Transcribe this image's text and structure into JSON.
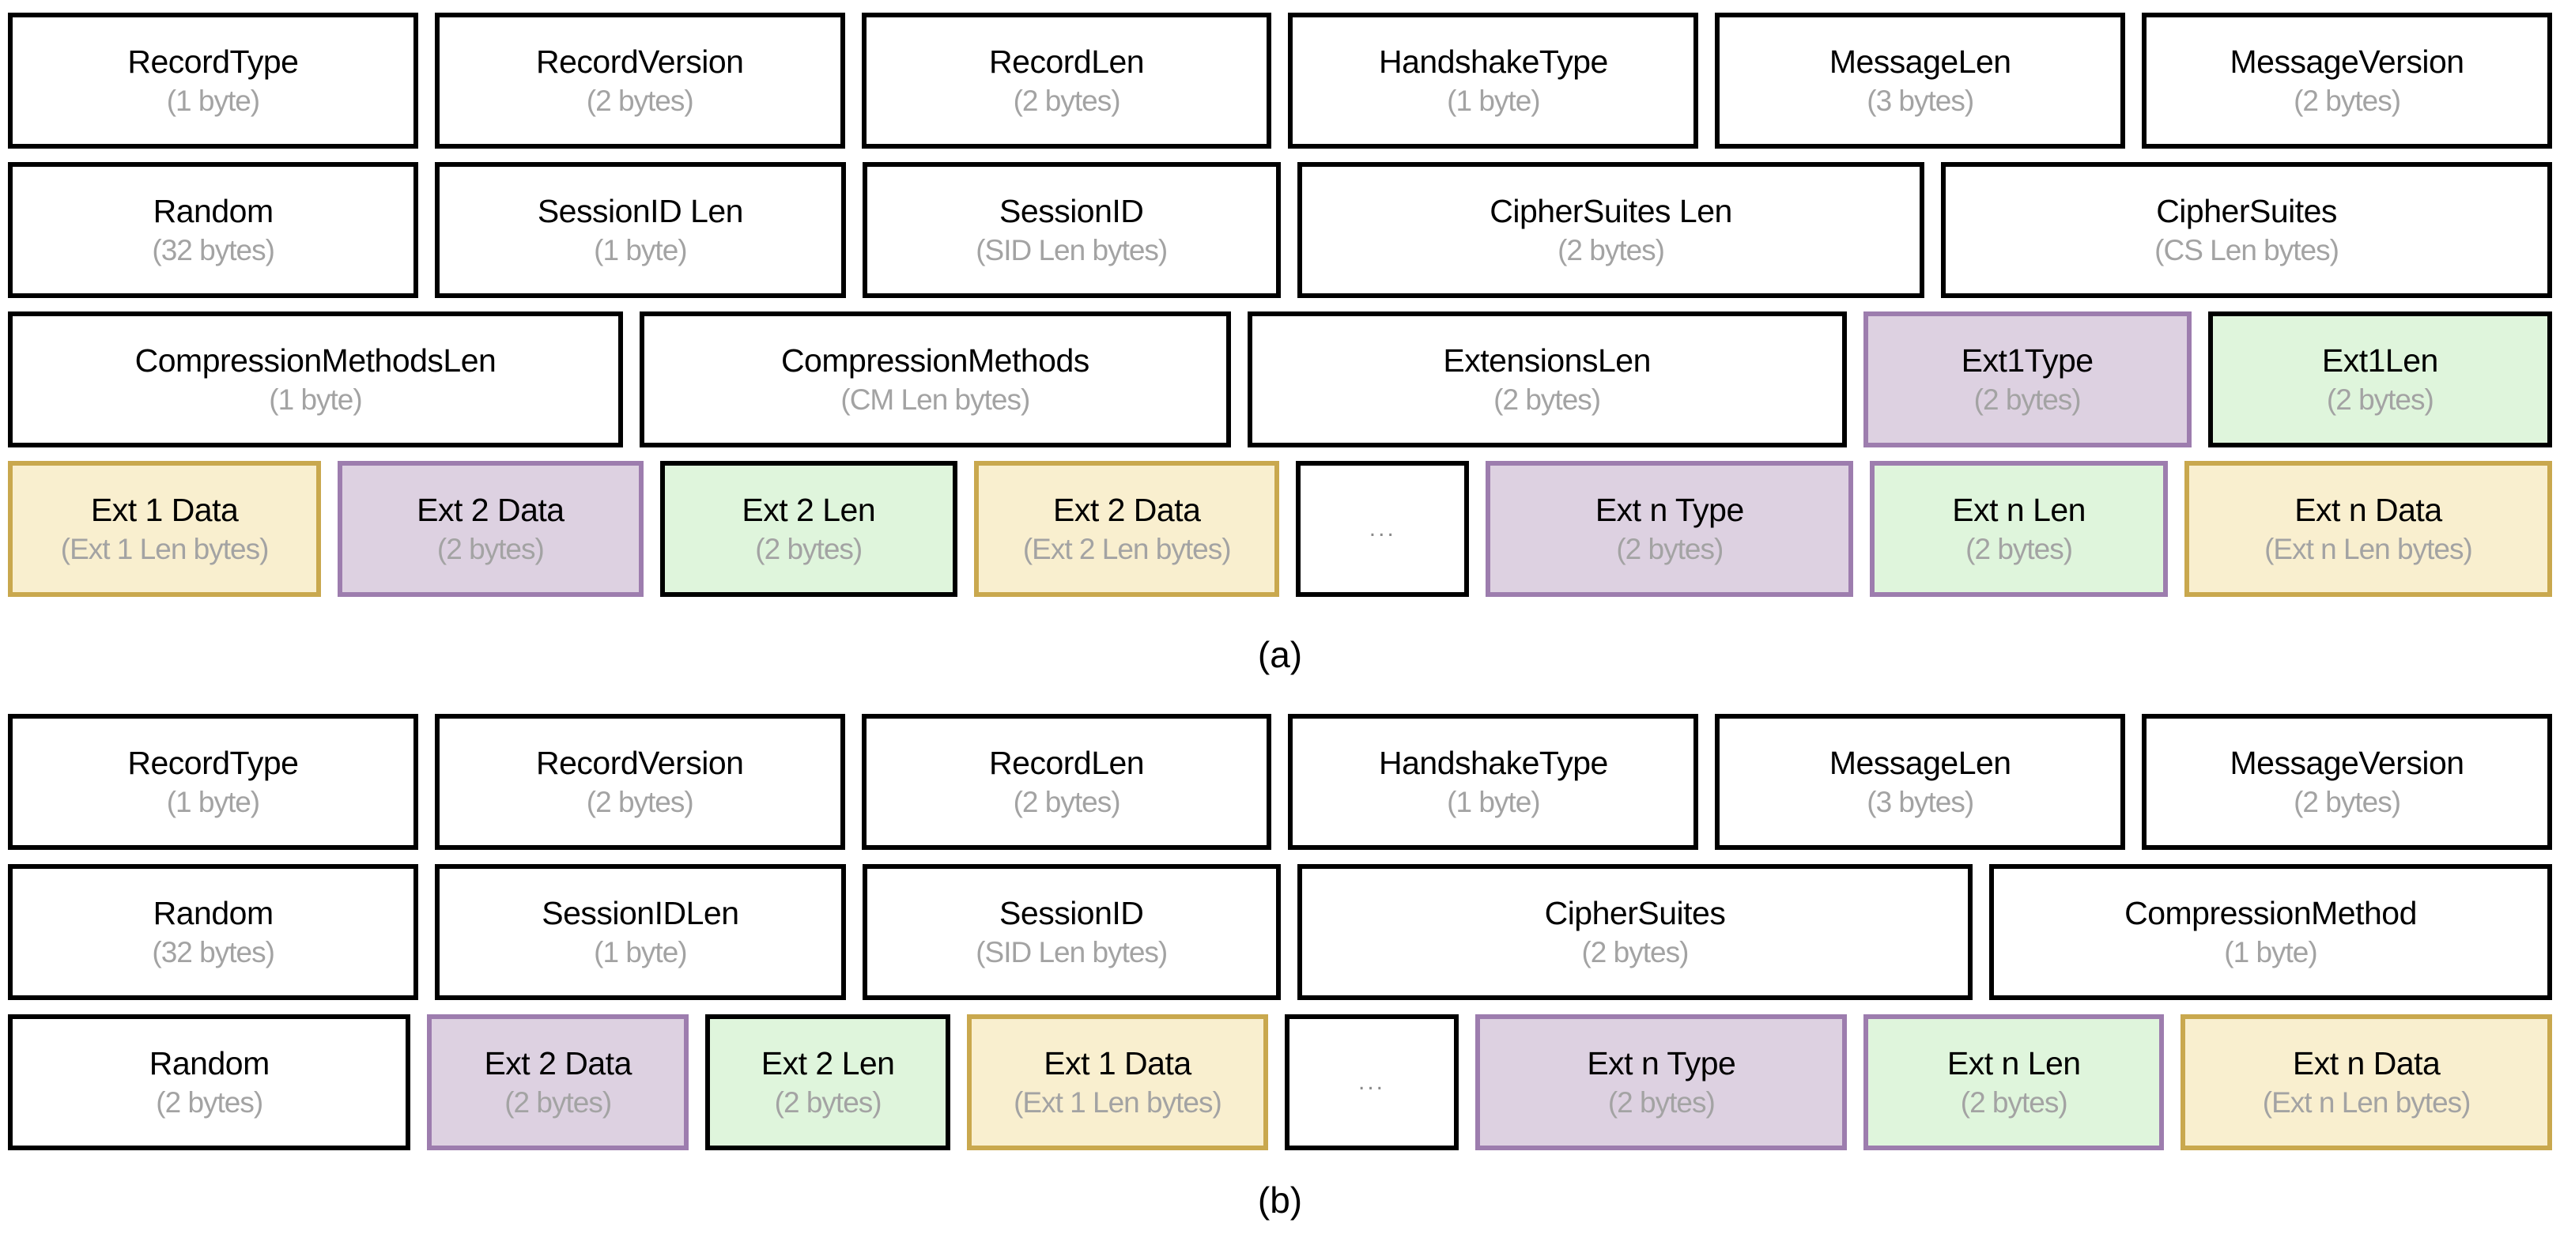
{
  "palette": {
    "white": {
      "bg": "#ffffff",
      "border": "#000000"
    },
    "purple": {
      "bg": "#ddd1e1",
      "border": "#9d7dae"
    },
    "green_black": {
      "bg": "#dff5dc",
      "border": "#000000"
    },
    "green_purple": {
      "bg": "#dff5dc",
      "border": "#9d7dae"
    },
    "yellow": {
      "bg": "#f9efcf",
      "border": "#c9a84e"
    }
  },
  "text_colors": {
    "label": "#000000",
    "sublabel": "#a3a3a3"
  },
  "figures": [
    {
      "caption": "(a)",
      "rows": [
        {
          "cells": [
            {
              "label": "RecordType",
              "sub": "(1 byte)",
              "style": "white",
              "w": 1
            },
            {
              "label": "RecordVersion",
              "sub": "(2 bytes)",
              "style": "white",
              "w": 1
            },
            {
              "label": "RecordLen",
              "sub": "(2 bytes)",
              "style": "white",
              "w": 1
            },
            {
              "label": "HandshakeType",
              "sub": "(1 byte)",
              "style": "white",
              "w": 1
            },
            {
              "label": "MessageLen",
              "sub": "(3 bytes)",
              "style": "white",
              "w": 1
            },
            {
              "label": "MessageVersion",
              "sub": "(2 bytes)",
              "style": "white",
              "w": 1
            }
          ]
        },
        {
          "cells": [
            {
              "label": "Random",
              "sub": "(32 bytes)",
              "style": "white",
              "w": 1
            },
            {
              "label": "SessionID Len",
              "sub": "(1 byte)",
              "style": "white",
              "w": 1
            },
            {
              "label": "SessionID",
              "sub": "(SID Len bytes)",
              "style": "white",
              "w": 1.02
            },
            {
              "label": "CipherSuites Len",
              "sub": "(2 bytes)",
              "style": "white",
              "w": 1.54
            },
            {
              "label": "CipherSuites",
              "sub": "(CS Len bytes)",
              "style": "white",
              "w": 1.5
            }
          ]
        },
        {
          "cells": [
            {
              "label": "CompressionMethodsLen",
              "sub": "(1 byte)",
              "style": "white",
              "w": 1.52
            },
            {
              "label": "CompressionMethods",
              "sub": "(CM Len bytes)",
              "style": "white",
              "w": 1.46
            },
            {
              "label": "ExtensionsLen",
              "sub": "(2 bytes)",
              "style": "white",
              "w": 1.48
            },
            {
              "label": "Ext1Type",
              "sub": "(2 bytes)",
              "style": "purple",
              "w": 0.8
            },
            {
              "label": "Ext1Len",
              "sub": "(2 bytes)",
              "style": "green_black",
              "w": 0.84
            }
          ]
        },
        {
          "cells": [
            {
              "label": "Ext 1 Data",
              "sub": "(Ext 1 Len bytes)",
              "style": "yellow",
              "w": 0.78
            },
            {
              "label": "Ext 2 Data",
              "sub": "(2 bytes)",
              "style": "purple",
              "w": 0.76
            },
            {
              "label": "Ext 2 Len",
              "sub": "(2 bytes)",
              "style": "green_black",
              "w": 0.74
            },
            {
              "label": "Ext 2 Data",
              "sub": "(Ext 2 Len bytes)",
              "style": "yellow",
              "w": 0.76
            },
            {
              "label": "...",
              "sub": "",
              "style": "white",
              "w": 0.42
            },
            {
              "label": "Ext n Type",
              "sub": "(2 bytes)",
              "style": "purple",
              "w": 0.92
            },
            {
              "label": "Ext n Len",
              "sub": "(2 bytes)",
              "style": "green_purple",
              "w": 0.74
            },
            {
              "label": "Ext n Data",
              "sub": "(Ext n Len bytes)",
              "style": "yellow",
              "w": 0.92
            }
          ]
        }
      ]
    },
    {
      "caption": "(b)",
      "rows": [
        {
          "cells": [
            {
              "label": "RecordType",
              "sub": "(1 byte)",
              "style": "white",
              "w": 1
            },
            {
              "label": "RecordVersion",
              "sub": "(2 bytes)",
              "style": "white",
              "w": 1
            },
            {
              "label": "RecordLen",
              "sub": "(2 bytes)",
              "style": "white",
              "w": 1
            },
            {
              "label": "HandshakeType",
              "sub": "(1 byte)",
              "style": "white",
              "w": 1
            },
            {
              "label": "MessageLen",
              "sub": "(3 bytes)",
              "style": "white",
              "w": 1
            },
            {
              "label": "MessageVersion",
              "sub": "(2 bytes)",
              "style": "white",
              "w": 1
            }
          ]
        },
        {
          "cells": [
            {
              "label": "Random",
              "sub": "(32 bytes)",
              "style": "white",
              "w": 1
            },
            {
              "label": "SessionIDLen",
              "sub": "(1 byte)",
              "style": "white",
              "w": 1
            },
            {
              "label": "SessionID",
              "sub": "(SID Len bytes)",
              "style": "white",
              "w": 1.02
            },
            {
              "label": "CipherSuites",
              "sub": "(2 bytes)",
              "style": "white",
              "w": 1.66
            },
            {
              "label": "CompressionMethod",
              "sub": "(1 byte)",
              "style": "white",
              "w": 1.38
            }
          ]
        },
        {
          "cells": [
            {
              "label": "Random",
              "sub": "(2 bytes)",
              "style": "white",
              "w": 1.0
            },
            {
              "label": "Ext 2 Data",
              "sub": "(2 bytes)",
              "style": "purple",
              "w": 0.64
            },
            {
              "label": "Ext 2 Len",
              "sub": "(2 bytes)",
              "style": "green_black",
              "w": 0.6
            },
            {
              "label": "Ext 1 Data",
              "sub": "(Ext 1 Len bytes)",
              "style": "yellow",
              "w": 0.74
            },
            {
              "label": "...",
              "sub": "",
              "style": "white",
              "w": 0.42
            },
            {
              "label": "Ext n Type",
              "sub": "(2 bytes)",
              "style": "purple",
              "w": 0.92
            },
            {
              "label": "Ext n Len",
              "sub": "(2 bytes)",
              "style": "green_purple",
              "w": 0.74
            },
            {
              "label": "Ext n Data",
              "sub": "(Ext n Len bytes)",
              "style": "yellow",
              "w": 0.92
            }
          ]
        }
      ]
    }
  ]
}
